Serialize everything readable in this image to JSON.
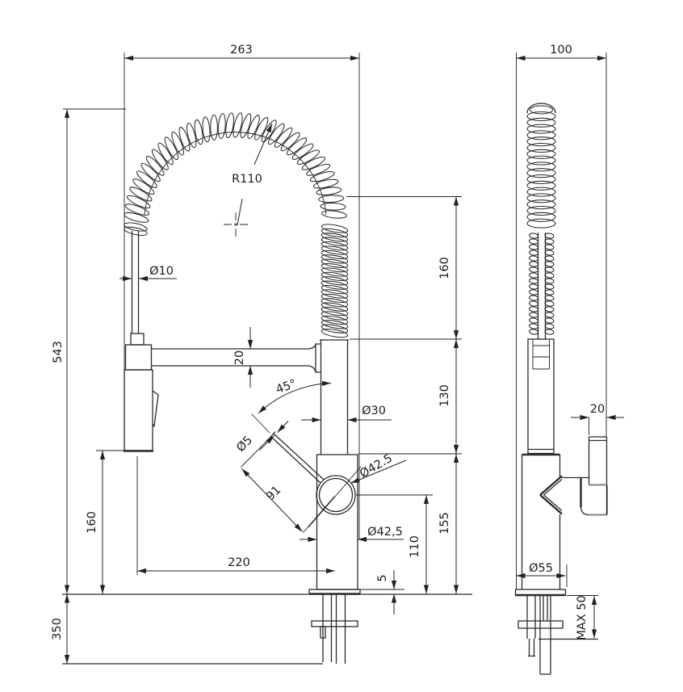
{
  "drawing": {
    "type": "faucet technical drawing, front and side view",
    "labels": {
      "overall_width": "263",
      "side_width": "100",
      "spring_radius": "R110",
      "hose_dia": "Ø10",
      "total_height": "543",
      "arm_thickness": "20",
      "lever_angle": "45°",
      "column_dia": "Ø30",
      "lever_rod_dia": "Ø5",
      "lever_length": "91",
      "body_dia_upper": "Ø42.5",
      "body_dia_lower": "Ø42,5",
      "spring_height": "160",
      "column_height": "130",
      "body_height": "155",
      "spout_height": "110",
      "plate_thickness": "5",
      "spray_reach": "220",
      "spray_clearance": "160",
      "under_counter": "350",
      "base_dia": "Ø55",
      "max_counter": "MAX 50",
      "lever_width_side": "20"
    }
  }
}
